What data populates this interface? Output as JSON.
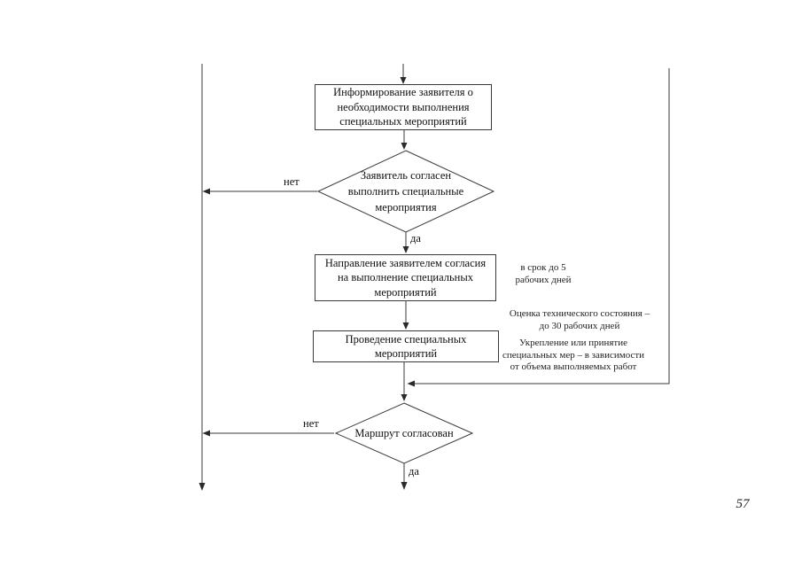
{
  "page": {
    "number": "57"
  },
  "colors": {
    "background": "#ffffff",
    "line": "#3a3a3a",
    "text": "#1a1a1a"
  },
  "flowchart": {
    "nodes": {
      "box_inform": {
        "type": "process",
        "lines": [
          "Информирование заявителя о",
          "необходимости выполнения",
          "специальных мероприятий"
        ]
      },
      "decision_agree": {
        "type": "decision",
        "lines": [
          "Заявитель согласен",
          "выполнить специальные",
          "мероприятия"
        ]
      },
      "box_consent": {
        "type": "process",
        "lines": [
          "Направление заявителем согласия",
          "на выполнение специальных",
          "мероприятий"
        ]
      },
      "box_execute": {
        "type": "process",
        "lines": [
          "Проведение специальных",
          "мероприятий"
        ]
      },
      "decision_route": {
        "type": "decision",
        "lines": [
          "Маршрут согласован"
        ]
      }
    },
    "edge_labels": {
      "agree_no": "нет",
      "agree_yes": "да",
      "route_no": "нет",
      "route_yes": "да"
    },
    "annotations": {
      "consent_deadline": {
        "lines": [
          "в срок до 5",
          "рабочих дней"
        ]
      },
      "assessment": {
        "lines": [
          "Оценка технического состояния –",
          "до 30 рабочих дней"
        ]
      },
      "reinforcement": {
        "lines": [
          "Укрепление или принятие",
          "специальных мер – в зависимости",
          "от объема выполняемых работ"
        ]
      }
    }
  }
}
